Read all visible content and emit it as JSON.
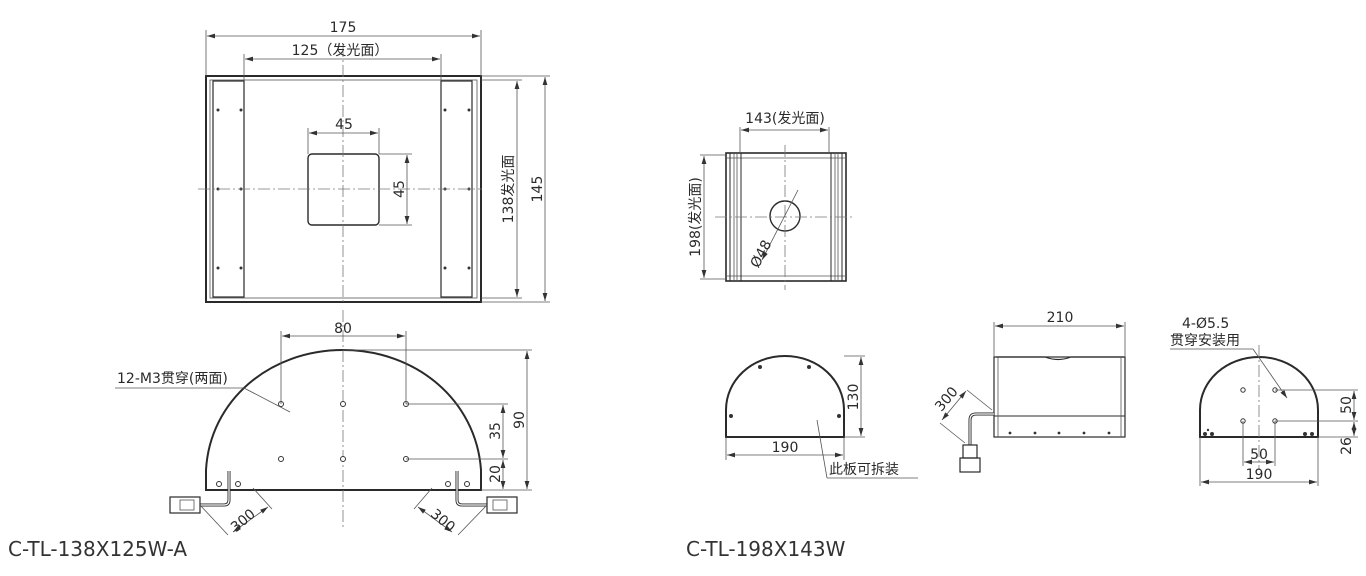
{
  "drawings": [
    {
      "model": "C-TL-138X125W-A",
      "top_view": {
        "overall_width": "175",
        "emitting_width": "125（发光面）",
        "window_width": "45",
        "window_height": "45",
        "emitting_height": "138发光面",
        "overall_height": "145"
      },
      "side_view": {
        "hole_spacing": "80",
        "hole_note": "12-M3贯穿(两面)",
        "row_spacing": "35",
        "bottom_offset": "20",
        "overall_height": "90",
        "cable_left": "300",
        "cable_right": "300"
      }
    },
    {
      "model": "C-TL-198X143W",
      "top_view": {
        "emitting_width": "143(发光面)",
        "emitting_height": "198(发光面)",
        "hole_diameter": "Ø48"
      },
      "end_plate": {
        "width": "190",
        "height": "130",
        "note": "此板可拆装"
      },
      "front_view": {
        "length": "210",
        "cable": "300"
      },
      "side_view": {
        "hole_note_line1": "4-Ø5.5",
        "hole_note_line2": "贯穿安装用",
        "hole_spacing": "50",
        "row_spacing": "50",
        "bottom_offset": "26",
        "overall_width": "190"
      }
    }
  ],
  "colors": {
    "line": "#2a2a2a",
    "text": "#333333",
    "background": "#ffffff"
  }
}
